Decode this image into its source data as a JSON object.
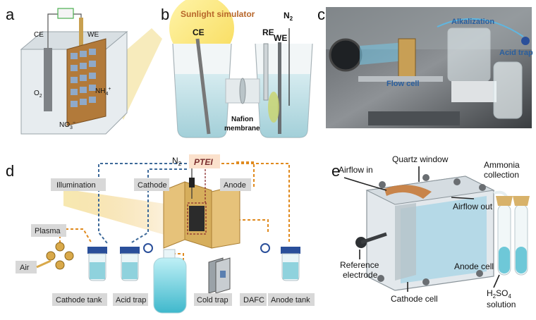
{
  "panels": {
    "a": {
      "letter": "a",
      "labels": {
        "ce": "CE",
        "we": "WE",
        "o2": "O",
        "o2_sub": "2",
        "nh4": "NH",
        "nh4_sup": "4",
        "nh4_charge": "+",
        "no3": "NO",
        "no3_sub": "3",
        "no3_charge": "−"
      }
    },
    "b": {
      "letter": "b",
      "labels": {
        "sunlight": "Sunlight simulator",
        "ce": "CE",
        "re": "RE",
        "we": "WE",
        "n2": "N",
        "n2_sub": "2",
        "nafion": "Nafion",
        "membrane": "membrane"
      }
    },
    "c": {
      "letter": "c",
      "labels": {
        "alkalization": "Alkalization",
        "acid_trap": "Acid trap",
        "flow_cell": "Flow cell"
      }
    },
    "d": {
      "letter": "d",
      "labels": {
        "n2": "N",
        "n2_sub": "2",
        "ptei": "PTEI",
        "illumination": "Illumination",
        "cathode": "Cathode",
        "anode": "Anode",
        "plasma": "Plasma",
        "air": "Air",
        "cathode_tank": "Cathode tank",
        "acid_trap": "Acid trap",
        "cold_trap": "Cold trap",
        "dafc": "DAFC",
        "anode_tank": "Anode tank"
      }
    },
    "e": {
      "letter": "e",
      "labels": {
        "airflow_in": "Airflow in",
        "quartz_window": "Quartz window",
        "ammonia": "Ammonia",
        "collection": "collection",
        "airflow_out": "Airflow out",
        "anode_cell": "Anode cell",
        "reference": "Reference",
        "electrode": "electrode",
        "cathode_cell": "Cathode cell",
        "h2so4": "H",
        "h2so4_sub1": "2",
        "h2so4_mid": "SO",
        "h2so4_sub2": "4",
        "solution": "solution"
      }
    }
  },
  "colors": {
    "orange": "#e08a1e",
    "blue": "#3e6a9a",
    "cyan": "#5fc3d6",
    "gold": "#d8b26a"
  }
}
